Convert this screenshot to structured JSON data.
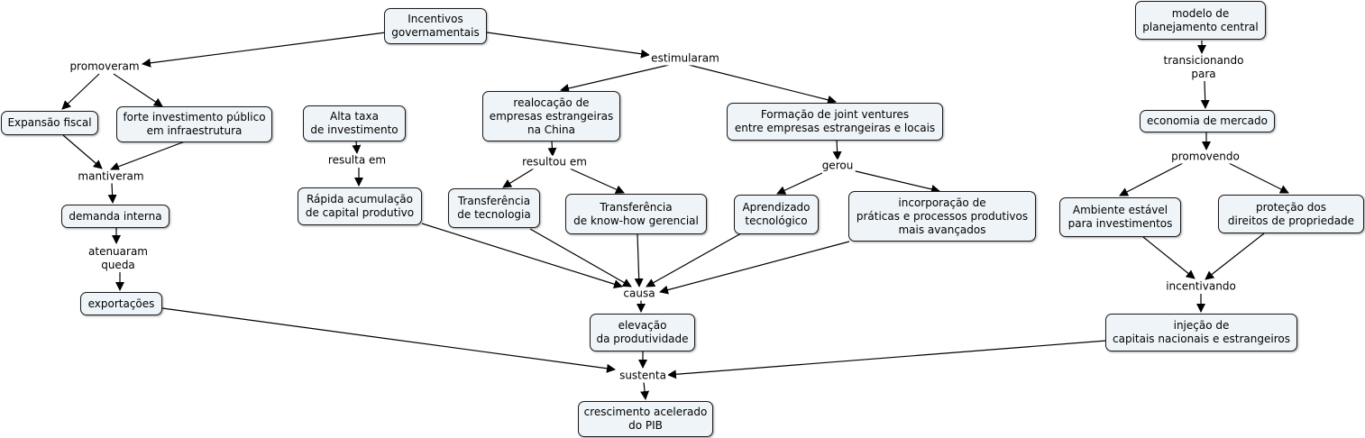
{
  "concept_map": {
    "concepts": {
      "incentivos": "Incentivos\ngovernamentais",
      "expansao": "Expansão fiscal",
      "forte": "forte investimento público\nem infraestrutura",
      "demanda": "demanda interna",
      "exportacoes": "exportações",
      "alta_taxa": "Alta taxa\nde investimento",
      "rapida": "Rápida acumulação\nde capital produtivo",
      "realocacao": "realocação de\nempresas estrangeiras\nna China",
      "transf_tec": "Transferência\nde tecnologia",
      "transf_know": "Transferência\nde know-how gerencial",
      "formacao": "Formação de joint ventures\nentre empresas estrangeiras e locais",
      "aprendizado": "Aprendizado\ntecnológico",
      "incorporacao": "incorporação de\npráticas e processos produtivos\nmais avançados",
      "elevacao": "elevação\nda produtividade",
      "crescimento": "crescimento acelerado\ndo PIB",
      "modelo": "modelo de\nplanejamento central",
      "economia": "economia de mercado",
      "ambiente": "Ambiente estável\npara investimentos",
      "protecao": "proteção dos\ndireitos de propriedade",
      "injecao": "injeção de\ncapitais nacionais e estrangeiros"
    },
    "links": {
      "promoveram": "promoveram",
      "estimularam": "estimularam",
      "mantiveram": "mantiveram",
      "atenuaram": "atenuaram\nqueda",
      "resulta_em": "resulta em",
      "resultou_em": "resultou em",
      "gerou": "gerou",
      "causa": "causa",
      "sustenta": "sustenta",
      "transicionando": "transicionando\npara",
      "promovendo": "promovendo",
      "incentivando": "incentivando"
    }
  }
}
